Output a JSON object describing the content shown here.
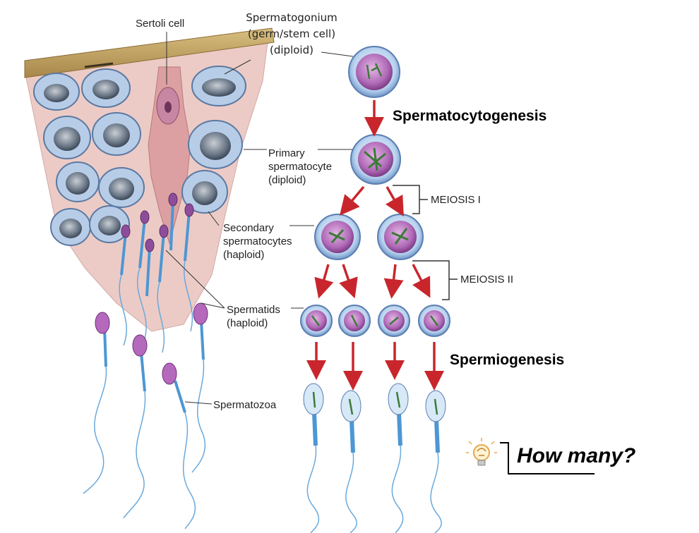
{
  "labels": {
    "sertoli": "Sertoli cell",
    "spermatogonium": [
      "Spermatogonium",
      "(germ/stem cell)",
      "(diploid)"
    ],
    "primary": [
      "Primary",
      "spermatocyte",
      "(diploid)"
    ],
    "secondary": [
      "Secondary",
      "spermatocytes",
      "(haploid)"
    ],
    "spermatids": [
      "Spermatids",
      "(haploid)"
    ],
    "spermatozoa": "Spermatozoa"
  },
  "stages": {
    "meiosis1": "MEIOSIS I",
    "meiosis2": "MEIOSIS II"
  },
  "headings": {
    "spermatocytogenesis": "Spermatocytogenesis",
    "spermiogenesis": "Spermiogenesis"
  },
  "question": "How many?",
  "colors": {
    "arrow": "#c8262c",
    "cell_outer": "#a9c7ea",
    "cell_inner": "#b169b8",
    "tissue": "#eac8c4",
    "sperm_head": "#d7e8f7",
    "lamp": "#e9a84a"
  }
}
